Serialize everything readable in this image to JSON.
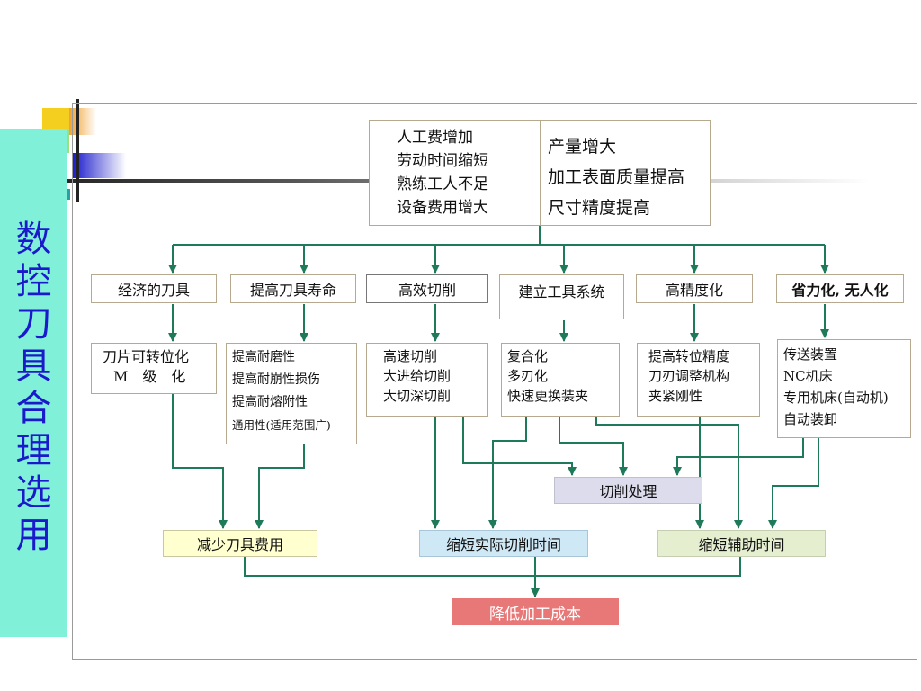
{
  "sidebar": {
    "title_chars": [
      "数",
      "控",
      "刀",
      "具",
      "合",
      "理",
      "选",
      "用"
    ]
  },
  "top": {
    "left_lines": [
      "人工费增加",
      "劳动时间缩短",
      "熟练工人不足",
      "设备费用增大"
    ],
    "right_lines": [
      "产量增大",
      "加工表面质量提高",
      "尺寸精度提高"
    ]
  },
  "categories": [
    {
      "label": "经济的刀具"
    },
    {
      "label": "提高刀具寿命"
    },
    {
      "label": "高效切削"
    },
    {
      "label": "建立工具系统"
    },
    {
      "label": "高精度化"
    },
    {
      "label": "省力化, 无人化"
    }
  ],
  "details": [
    {
      "lines": [
        "刀片可转位化",
        "M　级　化"
      ]
    },
    {
      "lines": [
        "提高耐磨性",
        "提高耐崩性损伤",
        "提高耐熔附性",
        "通用性(适用范围广)"
      ]
    },
    {
      "lines": [
        "高速切削",
        "大进给切削",
        "大切深切削"
      ]
    },
    {
      "lines": [
        "复合化",
        "多刃化",
        "快速更换装夹"
      ]
    },
    {
      "lines": [
        "提高转位精度",
        "刀刃调整机构",
        "夹紧刚性"
      ]
    },
    {
      "lines": [
        "传送装置",
        "NC机床",
        "专用机床(自动机)",
        "自动装卸"
      ]
    }
  ],
  "middle": {
    "cutting_treatment": "切削处理"
  },
  "results": [
    {
      "label": "减少刀具费用",
      "color": "#ffffd0"
    },
    {
      "label": "缩短实际切削时间",
      "color": "#cfe8f5"
    },
    {
      "label": "缩短辅助时间",
      "color": "#e5efcf"
    }
  ],
  "final": {
    "label": "降低加工成本",
    "color": "#e87878"
  },
  "colors": {
    "connector": "#1e7a58",
    "sidebar_bg": "#80f0d8",
    "sidebar_text": "#1a1acc"
  }
}
